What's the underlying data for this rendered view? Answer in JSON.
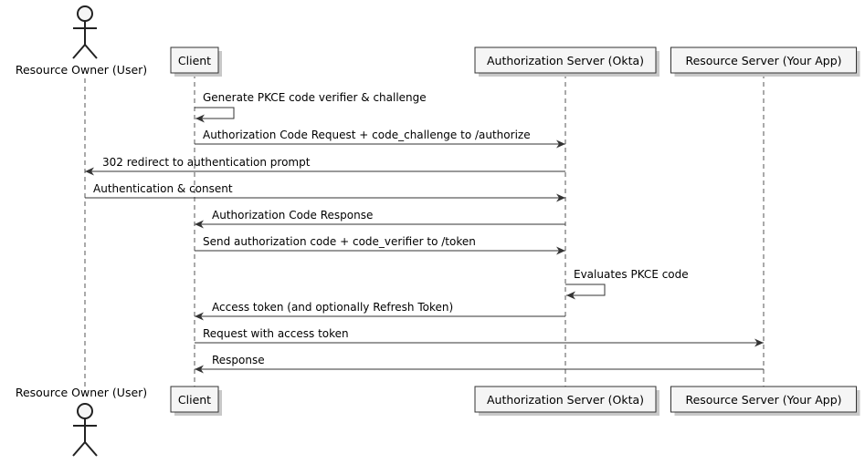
{
  "participants": [
    {
      "id": "owner",
      "label": "Resource Owner (User)",
      "kind": "actor"
    },
    {
      "id": "client",
      "label": "Client",
      "kind": "box"
    },
    {
      "id": "auth",
      "label": "Authorization Server (Okta)",
      "kind": "box"
    },
    {
      "id": "resource",
      "label": "Resource Server (Your App)",
      "kind": "box"
    }
  ],
  "messages": [
    {
      "from": "client",
      "to": "client",
      "text": "Generate PKCE code verifier & challenge"
    },
    {
      "from": "client",
      "to": "auth",
      "text": "Authorization Code Request + code_challenge to /authorize"
    },
    {
      "from": "auth",
      "to": "owner",
      "text": "302 redirect to authentication prompt"
    },
    {
      "from": "owner",
      "to": "auth",
      "text": "Authentication & consent"
    },
    {
      "from": "auth",
      "to": "client",
      "text": "Authorization Code Response"
    },
    {
      "from": "client",
      "to": "auth",
      "text": "Send authorization code + code_verifier to /token"
    },
    {
      "from": "auth",
      "to": "auth",
      "text": "Evaluates PKCE code"
    },
    {
      "from": "auth",
      "to": "client",
      "text": "Access token (and optionally Refresh Token)"
    },
    {
      "from": "client",
      "to": "resource",
      "text": "Request with access token"
    },
    {
      "from": "resource",
      "to": "client",
      "text": "Response"
    }
  ]
}
